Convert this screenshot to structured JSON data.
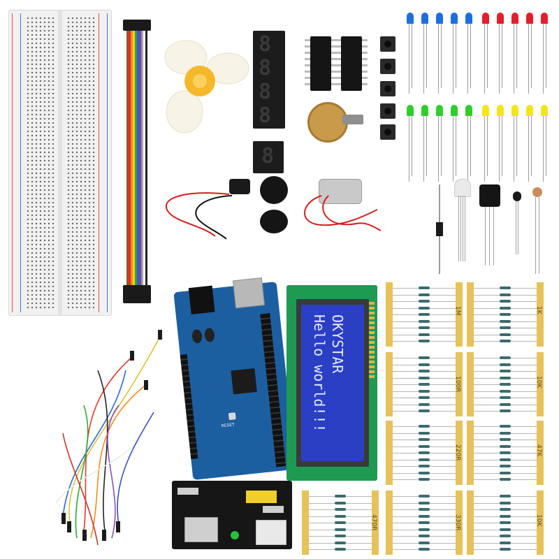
{
  "image": {
    "description_items": [
      "breadboard",
      "jumper-ribbon",
      "fan-blade",
      "seven-segment-4-digit",
      "seven-segment-1-digit",
      "ic-chips",
      "potentiometer",
      "push-buttons",
      "leds",
      "battery-clip",
      "buzzers",
      "dc-motor",
      "ir-receiver",
      "temperature-sensor",
      "photoresistor",
      "diode",
      "arduino-mega",
      "lcd-1602",
      "breadboard-power-module",
      "jumper-wires",
      "resistor-packs"
    ]
  },
  "lcd": {
    "line1": "OKYSTAR",
    "line2": "Hello world!!!"
  },
  "resistor_packs": [
    {
      "label": "1M"
    },
    {
      "label": "1K"
    },
    {
      "label": "100R"
    },
    {
      "label": "10K"
    },
    {
      "label": "220R"
    },
    {
      "label": "47K"
    },
    {
      "label": "470R"
    },
    {
      "label": "330R"
    },
    {
      "label": "10K"
    }
  ],
  "arduino": {
    "reset_label": "RESET"
  },
  "colors": {
    "led_blue": "#1d6fe0",
    "led_red": "#e41e2b",
    "led_green": "#2ecf2a",
    "led_yellow": "#f2e51a",
    "arduino_blue": "#1c5fa0",
    "lcd_green": "#1f9a53",
    "lcd_screen": "#2a3fc4",
    "tape": "#e7c15a"
  }
}
